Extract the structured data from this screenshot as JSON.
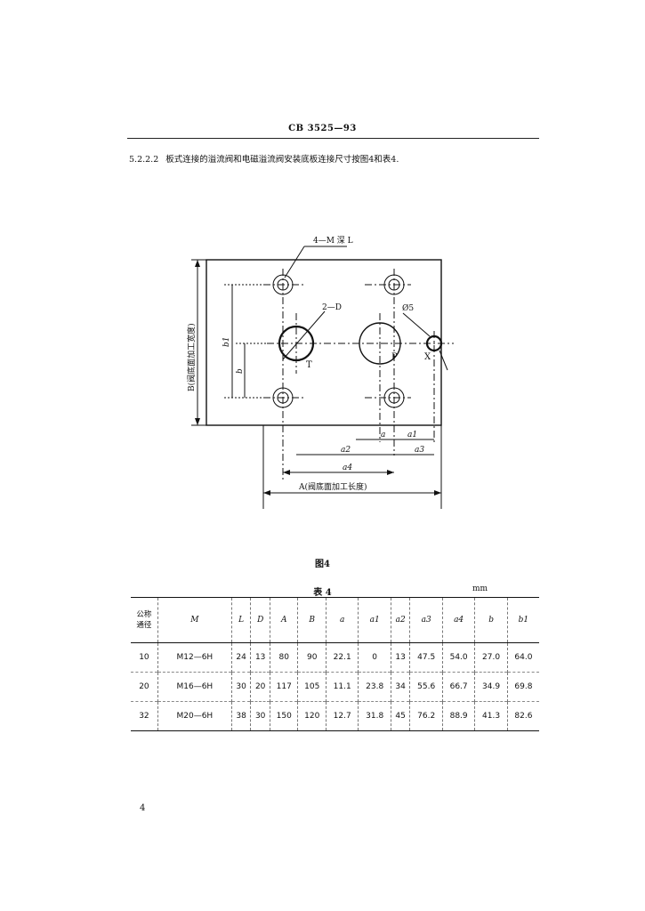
{
  "header": {
    "doc_code": "CB 3525—93"
  },
  "clause": {
    "number": "5.2.2.2",
    "text": "板式连接的溢流阀和电磁溢流阀安装底板连接尺寸按图4和表4."
  },
  "figure": {
    "labels": {
      "four_m_depth_l": "4—M 深 L",
      "two_d": "2—D",
      "dia5": "Ø5",
      "port_t": "T",
      "port_p": "P",
      "port_x": "X",
      "b1": "b1",
      "b": "b",
      "b_axis": "B(阀底面加工宽度)",
      "a_axis": "A(阀底面加工长度)",
      "a": "a",
      "a1": "a1",
      "a2": "a2",
      "a3": "a3",
      "a4": "a4"
    },
    "caption": "图4"
  },
  "table": {
    "title": "表  4",
    "unit": "mm",
    "header_first": [
      "公称",
      "通径"
    ],
    "columns": [
      "M",
      "L",
      "D",
      "A",
      "B",
      "a",
      "a1",
      "a2",
      "a3",
      "a4",
      "b",
      "b1"
    ],
    "rows": [
      [
        "10",
        "M12—6H",
        "24",
        "13",
        "80",
        "90",
        "22.1",
        "0",
        "13",
        "47.5",
        "54.0",
        "27.0",
        "64.0"
      ],
      [
        "20",
        "M16—6H",
        "30",
        "20",
        "117",
        "105",
        "11.1",
        "23.8",
        "34",
        "55.6",
        "66.7",
        "34.9",
        "69.8"
      ],
      [
        "32",
        "M20—6H",
        "38",
        "30",
        "150",
        "120",
        "12.7",
        "31.8",
        "45",
        "76.2",
        "88.9",
        "41.3",
        "82.6"
      ]
    ]
  },
  "page_number": "4"
}
